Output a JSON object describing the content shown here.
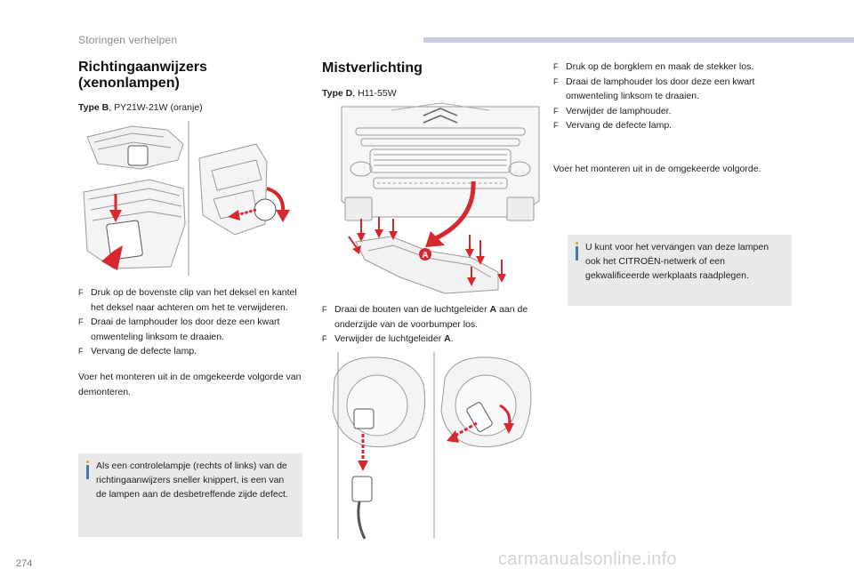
{
  "header": {
    "title": "Storingen verhelpen"
  },
  "page_number": "274",
  "watermark": "carmanualsonline.info",
  "left_column": {
    "heading_line1": "Richtingaanwijzers",
    "heading_line2": "(xenonlampen)",
    "type_label": "Type B",
    "type_spec": ", PY21W-21W (oranje)",
    "steps": [
      "Druk op de bovenste clip van het deksel en kantel het deksel naar achteren om het te verwijderen.",
      "Draai de lamphouder los door deze een kwart omwenteling linksom te draaien.",
      "Vervang de defecte lamp."
    ],
    "after_text": "Voer het monteren uit in de omgekeerde volgorde van demonteren.",
    "info": "Als een controlelampje (rechts of links) van de richtingaanwijzers sneller knippert, is een van de lampen aan de desbetreffende zijde defect."
  },
  "middle_column": {
    "heading": "Mistverlichting",
    "type_label": "Type D",
    "type_spec": ", H11-55W",
    "callout": "A",
    "steps": [
      {
        "text_before": "Draai de bouten van de luchtgeleider ",
        "bold": "A",
        "text_after": " aan de onderzijde van de voorbumper los."
      },
      {
        "text_before": "Verwijder de luchtgeleider ",
        "bold": "A",
        "text_after": "."
      }
    ]
  },
  "right_column": {
    "steps": [
      "Druk op de borgklem en maak de stekker los.",
      "Draai de lamphouder los door deze een kwart omwenteling linksom te draaien.",
      "Verwijder de lamphouder.",
      "Vervang de defecte lamp."
    ],
    "after_text": "Voer het monteren uit in de omgekeerde volgorde.",
    "info": "U kunt voor het vervangen van deze lampen ook het CITROËN-netwerk of een gekwalificeerde werkplaats raadplegen."
  },
  "bullet_symbol": "F",
  "colors": {
    "accent_red": "#d7282f",
    "info_bg": "#e9e9e9",
    "header_bar": "#c9cfe0"
  }
}
